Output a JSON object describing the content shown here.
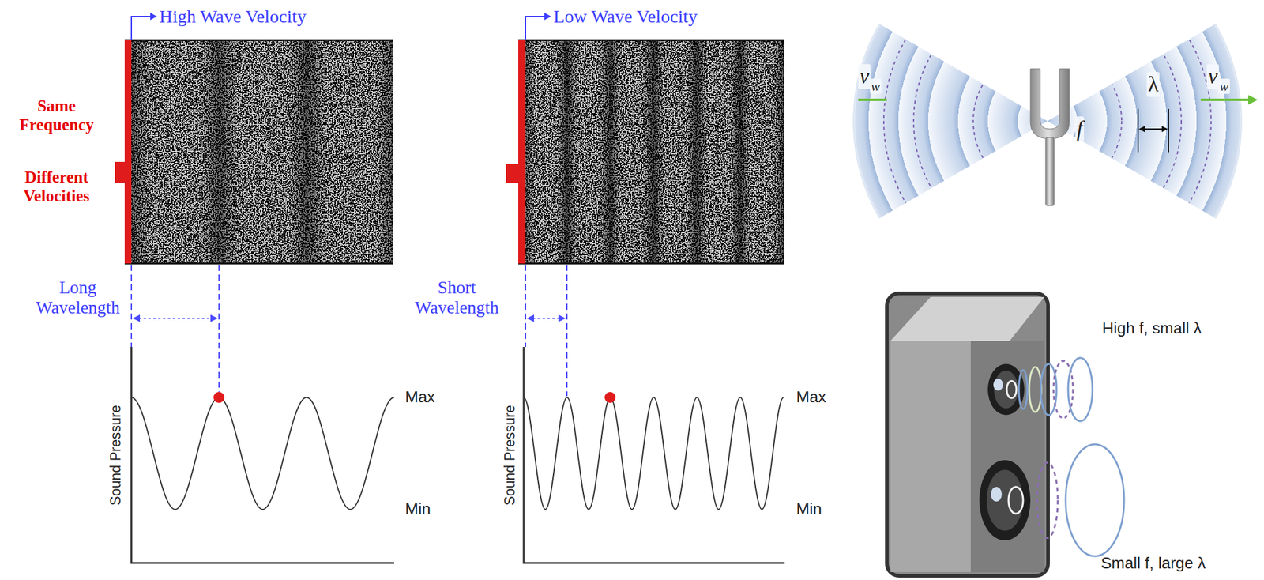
{
  "diagram": {
    "labels": [
      "High Wave Velocity",
      "Low Wave Velocity",
      "Same Frequency",
      "Different Velocities",
      "Long Wavelength",
      "Short Wavelength",
      "Sound Pressure",
      "Max",
      "Min",
      "Sound Pressure",
      "Max",
      "Min",
      "v",
      "w",
      "f",
      "λ",
      "v",
      "w",
      "High f, small λ",
      "Small f, large λ"
    ]
  }
}
